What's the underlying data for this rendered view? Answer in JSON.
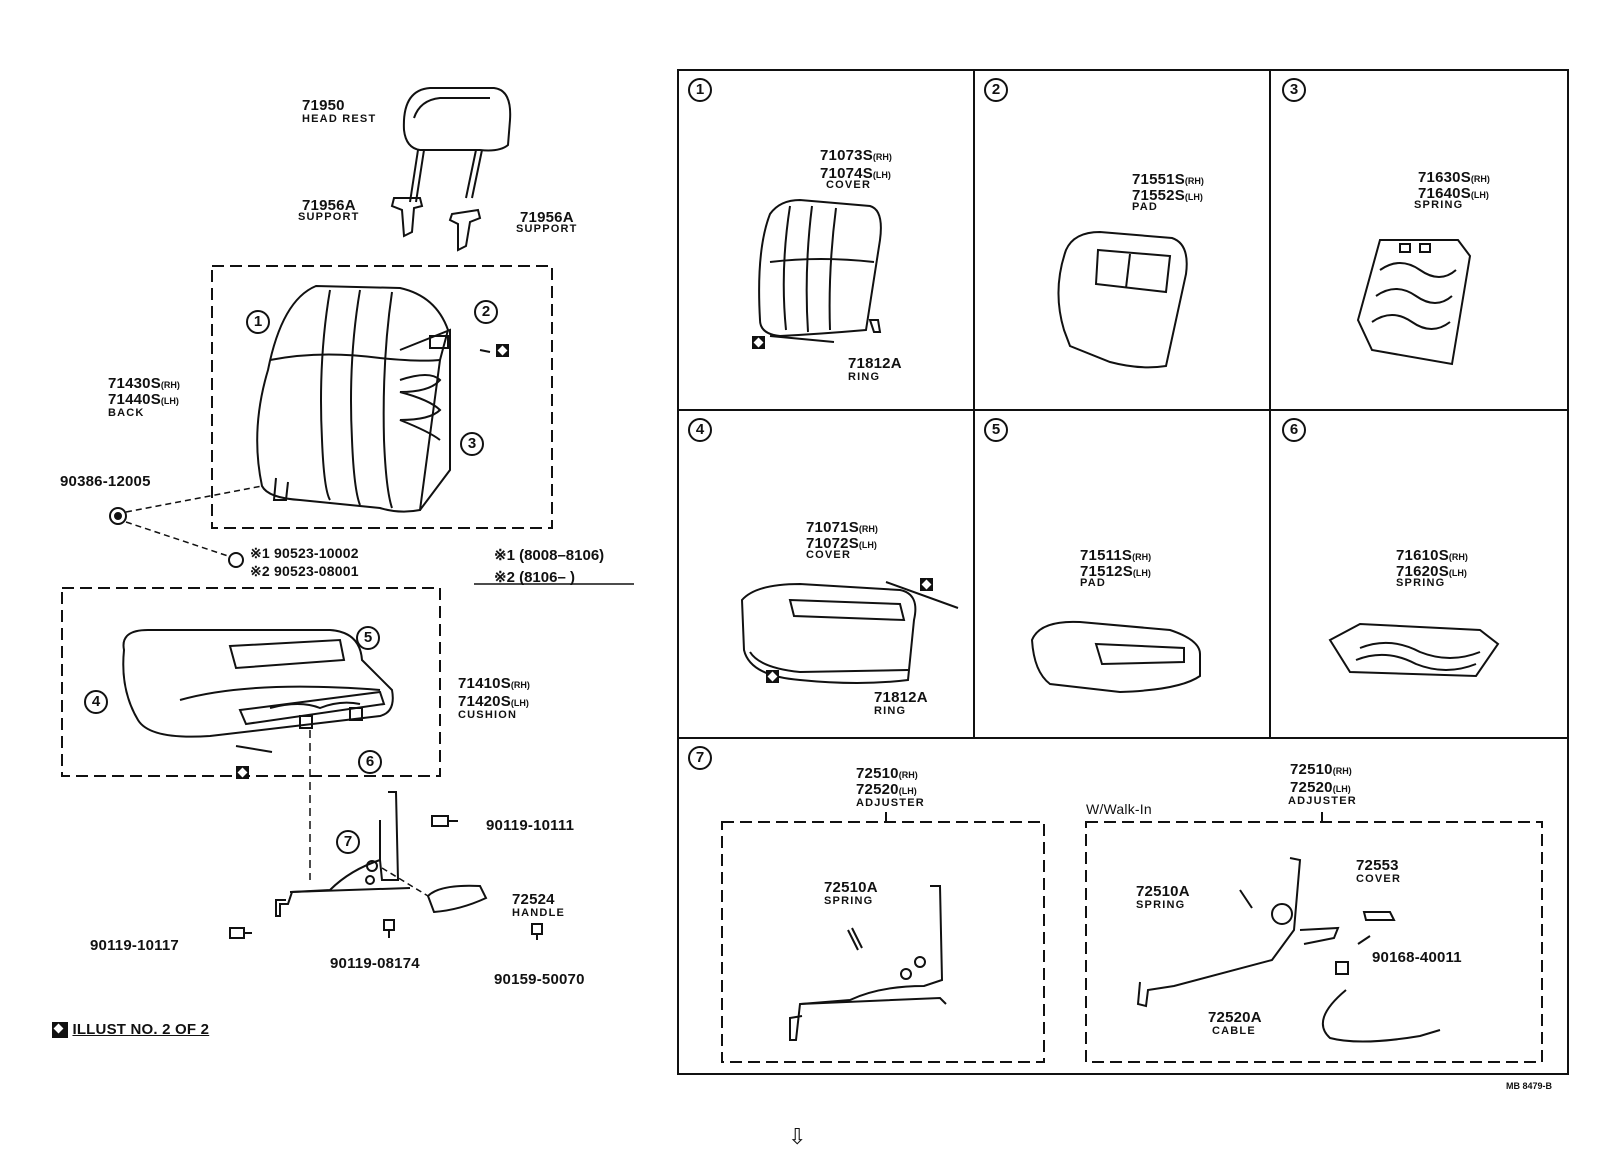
{
  "main_labels": {
    "head_rest_num": "71950",
    "head_rest_name": "HEAD REST",
    "support_l_num": "71956A",
    "support_l_name": "SUPPORT",
    "support_r_num": "71956A",
    "support_r_name": "SUPPORT",
    "back_rh": "71430S",
    "back_lh": "71440S",
    "back_name": "BACK",
    "nut_num": "90386-12005",
    "washer1": "※1 90523-10002",
    "washer2": "※2 90523-08001",
    "note1_mark": "※1",
    "note1_text": "(8008–8106)",
    "note2_mark": "※2",
    "note2_text": "(8106–          )",
    "cushion_rh": "71410S",
    "cushion_lh": "71420S",
    "cushion_name": "CUSHION",
    "bolt1": "90119-10111",
    "handle_num": "72524",
    "handle_name": "HANDLE",
    "bolt2": "90119-10117",
    "bolt3": "90119-08174",
    "screw": "90159-50070",
    "illust": "ILLUST NO. 2 OF 2"
  },
  "suffix": {
    "rh": "(RH)",
    "lh": "(LH)"
  },
  "callouts": [
    "1",
    "2",
    "3",
    "4",
    "5",
    "6",
    "7"
  ],
  "panels": {
    "p1": {
      "num": "1",
      "rh": "71073S",
      "lh": "71074S",
      "name": "COVER",
      "ring_num": "71812A",
      "ring_name": "RING"
    },
    "p2": {
      "num": "2",
      "rh": "71551S",
      "lh": "71552S",
      "name": "PAD"
    },
    "p3": {
      "num": "3",
      "rh": "71630S",
      "lh": "71640S",
      "name": "SPRING"
    },
    "p4": {
      "num": "4",
      "rh": "71071S",
      "lh": "71072S",
      "name": "COVER",
      "ring_num": "71812A",
      "ring_name": "RING"
    },
    "p5": {
      "num": "5",
      "rh": "71511S",
      "lh": "71512S",
      "name": "PAD"
    },
    "p6": {
      "num": "6",
      "rh": "71610S",
      "lh": "71620S",
      "name": "SPRING"
    },
    "p7": {
      "num": "7",
      "adj_a_rh": "72510",
      "adj_a_lh": "72520",
      "adj_a_name": "ADJUSTER",
      "spring_a_num": "72510A",
      "spring_a_name": "SPRING",
      "walk_in": "W/Walk-In",
      "adj_b_rh": "72510",
      "adj_b_lh": "72520",
      "adj_b_name": "ADJUSTER",
      "spring_b_num": "72510A",
      "spring_b_name": "SPRING",
      "cover_num": "72553",
      "cover_name": "COVER",
      "bolt_num": "90168-40011",
      "cable_num": "72520A",
      "cable_name": "CABLE"
    }
  },
  "ref_code": "MB 8479-B",
  "arrow_glyph": "⇩"
}
